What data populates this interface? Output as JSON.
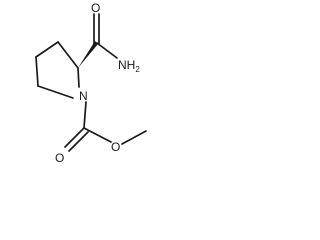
{
  "molecule": {
    "atoms": {
      "carbonyl_oxygen_top": "O",
      "amide_nitrogen": "NH",
      "amide_nitrogen_subscript": "2",
      "ring_nitrogen": "N",
      "carbamate_carbonyl_oxygen": "O",
      "ester_oxygen": "O"
    },
    "stereo": "wedge",
    "colors": {
      "ink": "#1a1a1a",
      "background": "#ffffff"
    }
  }
}
